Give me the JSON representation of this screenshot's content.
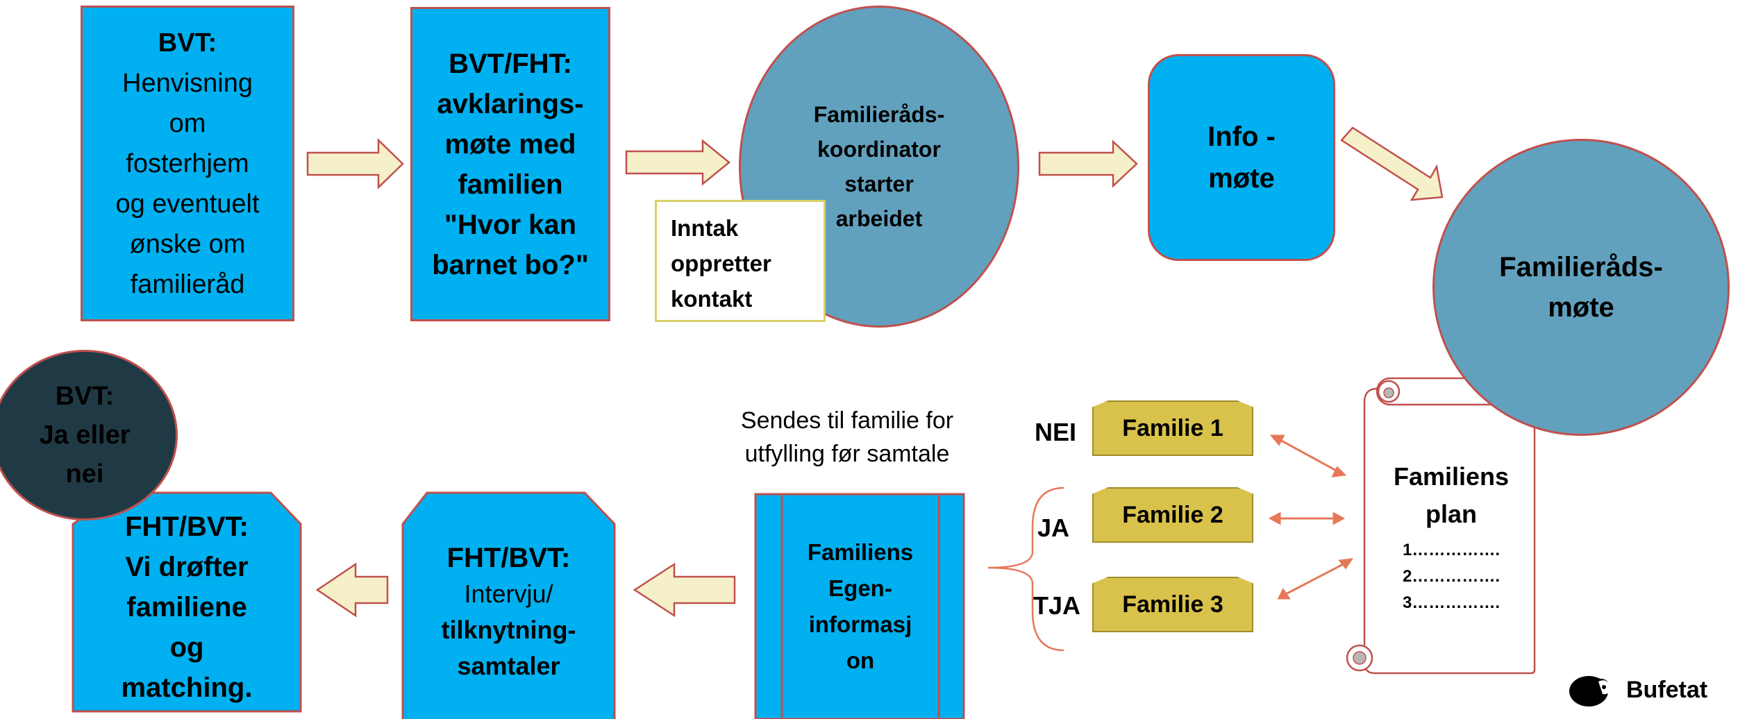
{
  "boxes": {
    "bvt_referral": {
      "heading": "BVT:",
      "lines": [
        "Henvisning",
        "om",
        "fosterhjem",
        "og eventuelt",
        "ønske om",
        "familieråd"
      ]
    },
    "clarification": {
      "lines": [
        "BVT/FHT:",
        "avklarings-",
        "møte med",
        "familien",
        "\"Hvor kan",
        "barnet bo?\""
      ]
    },
    "coordinator": {
      "lines": [
        "Familieråds-",
        "koordinator",
        "starter",
        "arbeidet"
      ]
    },
    "intake": {
      "lines": [
        "Inntak",
        "oppretter",
        "kontakt"
      ]
    },
    "info_meeting": {
      "lines": [
        "Info -",
        "møte"
      ]
    },
    "family_meeting": {
      "lines": [
        "Familieråds-",
        "møte"
      ]
    },
    "decision": {
      "lines": [
        "BVT:",
        "Ja eller",
        "nei"
      ]
    },
    "matching": {
      "lines": [
        "FHT/BVT:",
        "Vi drøfter",
        "familiene",
        "og",
        "matching."
      ]
    },
    "interview": {
      "heading": "FHT/BVT:",
      "lines": [
        "Intervju/",
        "tilknytning-",
        "samtaler"
      ]
    },
    "self_info": {
      "lines": [
        "Familiens",
        "Egen-",
        "informasj",
        "on"
      ]
    },
    "sent_note": {
      "lines": [
        "Sendes til familie for",
        "utfylling før samtale"
      ]
    },
    "family_plan": {
      "title_lines": [
        "Familiens",
        "plan"
      ],
      "items": [
        "1…………….",
        "2…………….",
        "3……………."
      ]
    }
  },
  "families": [
    {
      "answer": "NEI",
      "label": "Familie 1"
    },
    {
      "answer": "JA",
      "label": "Familie 2"
    },
    {
      "answer": "TJA",
      "label": "Familie 3"
    }
  ],
  "logo": {
    "text": "Bufetat"
  },
  "colors": {
    "box_blue": "#00B0F0",
    "circle_teal": "#61A1BE",
    "border_red": "#C0504D",
    "arrow_fill": "#F5F0C8",
    "family_gold": "#D9C24C",
    "dark_circle": "#203A45"
  }
}
